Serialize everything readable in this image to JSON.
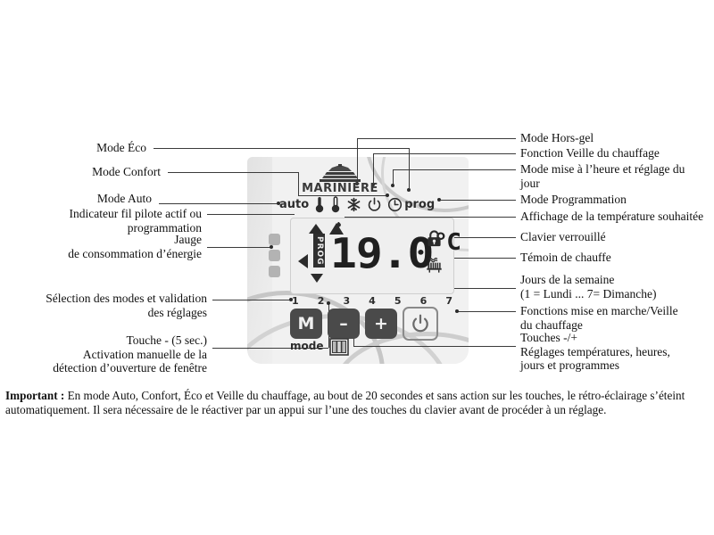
{
  "device": {
    "brand": "MARINIÈRE",
    "logo_icon": "crown-icon",
    "symbols": [
      {
        "key": "auto",
        "label": "auto",
        "icon": "auto-text"
      },
      {
        "key": "confort",
        "label": "",
        "icon": "thermometer-filled-icon"
      },
      {
        "key": "eco",
        "label": "",
        "icon": "thermometer-outline-icon"
      },
      {
        "key": "hors_gel",
        "label": "",
        "icon": "snowflake-icon"
      },
      {
        "key": "veille",
        "label": "",
        "icon": "power-icon"
      },
      {
        "key": "heure",
        "label": "",
        "icon": "clock-icon"
      },
      {
        "key": "prog",
        "label": "prog",
        "icon": "prog-text"
      }
    ],
    "lcd": {
      "temperature": "19.0",
      "unit": "°C",
      "prog_tag": "PROG",
      "lock_icon": "padlock-icon",
      "heating_icon": "heating-element-icon",
      "arrow_up_icon": "triangle-up-icon",
      "arrow_up_pilot_icon": "triangle-up-pilot-icon",
      "arrow_left_icon": "triangle-left-icon",
      "arrow_down_icon": "triangle-down-icon",
      "days": [
        "1",
        "2",
        "3",
        "4",
        "5",
        "6",
        "7"
      ]
    },
    "gauge": {
      "name": "energy-gauge",
      "segments": 3
    },
    "buttons": [
      {
        "key": "mode",
        "label": "M",
        "sublabel": "mode"
      },
      {
        "key": "minus",
        "label": "–",
        "sublabel": ""
      },
      {
        "key": "plus",
        "label": "+",
        "sublabel": ""
      },
      {
        "key": "power",
        "label": "⏻",
        "sublabel": ""
      }
    ],
    "window_detection_icon": "window-icon"
  },
  "callouts_left": [
    {
      "id": "eco",
      "text": "Mode Éco"
    },
    {
      "id": "confort",
      "text": "Mode Confort"
    },
    {
      "id": "auto",
      "text": "Mode Auto"
    },
    {
      "id": "pilote",
      "text": "Indicateur fil pilote actif ou\nprogrammation"
    },
    {
      "id": "jauge",
      "text": "Jauge\nde consommation d’énergie"
    },
    {
      "id": "selection",
      "text": "Sélection des modes et validation\ndes réglages"
    },
    {
      "id": "touche",
      "text": "Touche - (5 sec.)\nActivation manuelle de la\ndétection d’ouverture de fenêtre"
    }
  ],
  "callouts_right": [
    {
      "id": "horsgel",
      "text": "Mode Hors-gel"
    },
    {
      "id": "veille",
      "text": "Fonction Veille du chauffage"
    },
    {
      "id": "heure",
      "text": "Mode mise à l’heure et réglage du\njour"
    },
    {
      "id": "prog",
      "text": "Mode Programmation"
    },
    {
      "id": "affichage",
      "text": "Affichage de la température souhaitée"
    },
    {
      "id": "clavier",
      "text": "Clavier verrouillé"
    },
    {
      "id": "temoin",
      "text": "Témoin de chauffe"
    },
    {
      "id": "jours",
      "text": "Jours de la semaine\n(1 = Lundi ... 7= Dimanche)"
    },
    {
      "id": "fonctions",
      "text": "Fonctions mise en marche/Veille\ndu chauffage"
    },
    {
      "id": "touches",
      "text": "Touches -/+\nRéglages températures, heures,\njours et programmes"
    }
  ],
  "footer": {
    "label": "Important :",
    "text": " En mode Auto, Confort, Éco et Veille du chauffage, au bout de 20 secondes et sans action sur les touches, le rétro-éclairage s’éteint automatiquement. Il sera nécessaire de le réactiver par un appui sur l’une des touches du clavier avant de procéder à un réglage."
  },
  "colors": {
    "panel_bg": "#ededed",
    "lcd_bg": "#efefef",
    "button_dark": "#4a4a4a",
    "gauge": "#b3b3b3",
    "arc": "#c9c9c9",
    "line": "#3b3b3b"
  }
}
